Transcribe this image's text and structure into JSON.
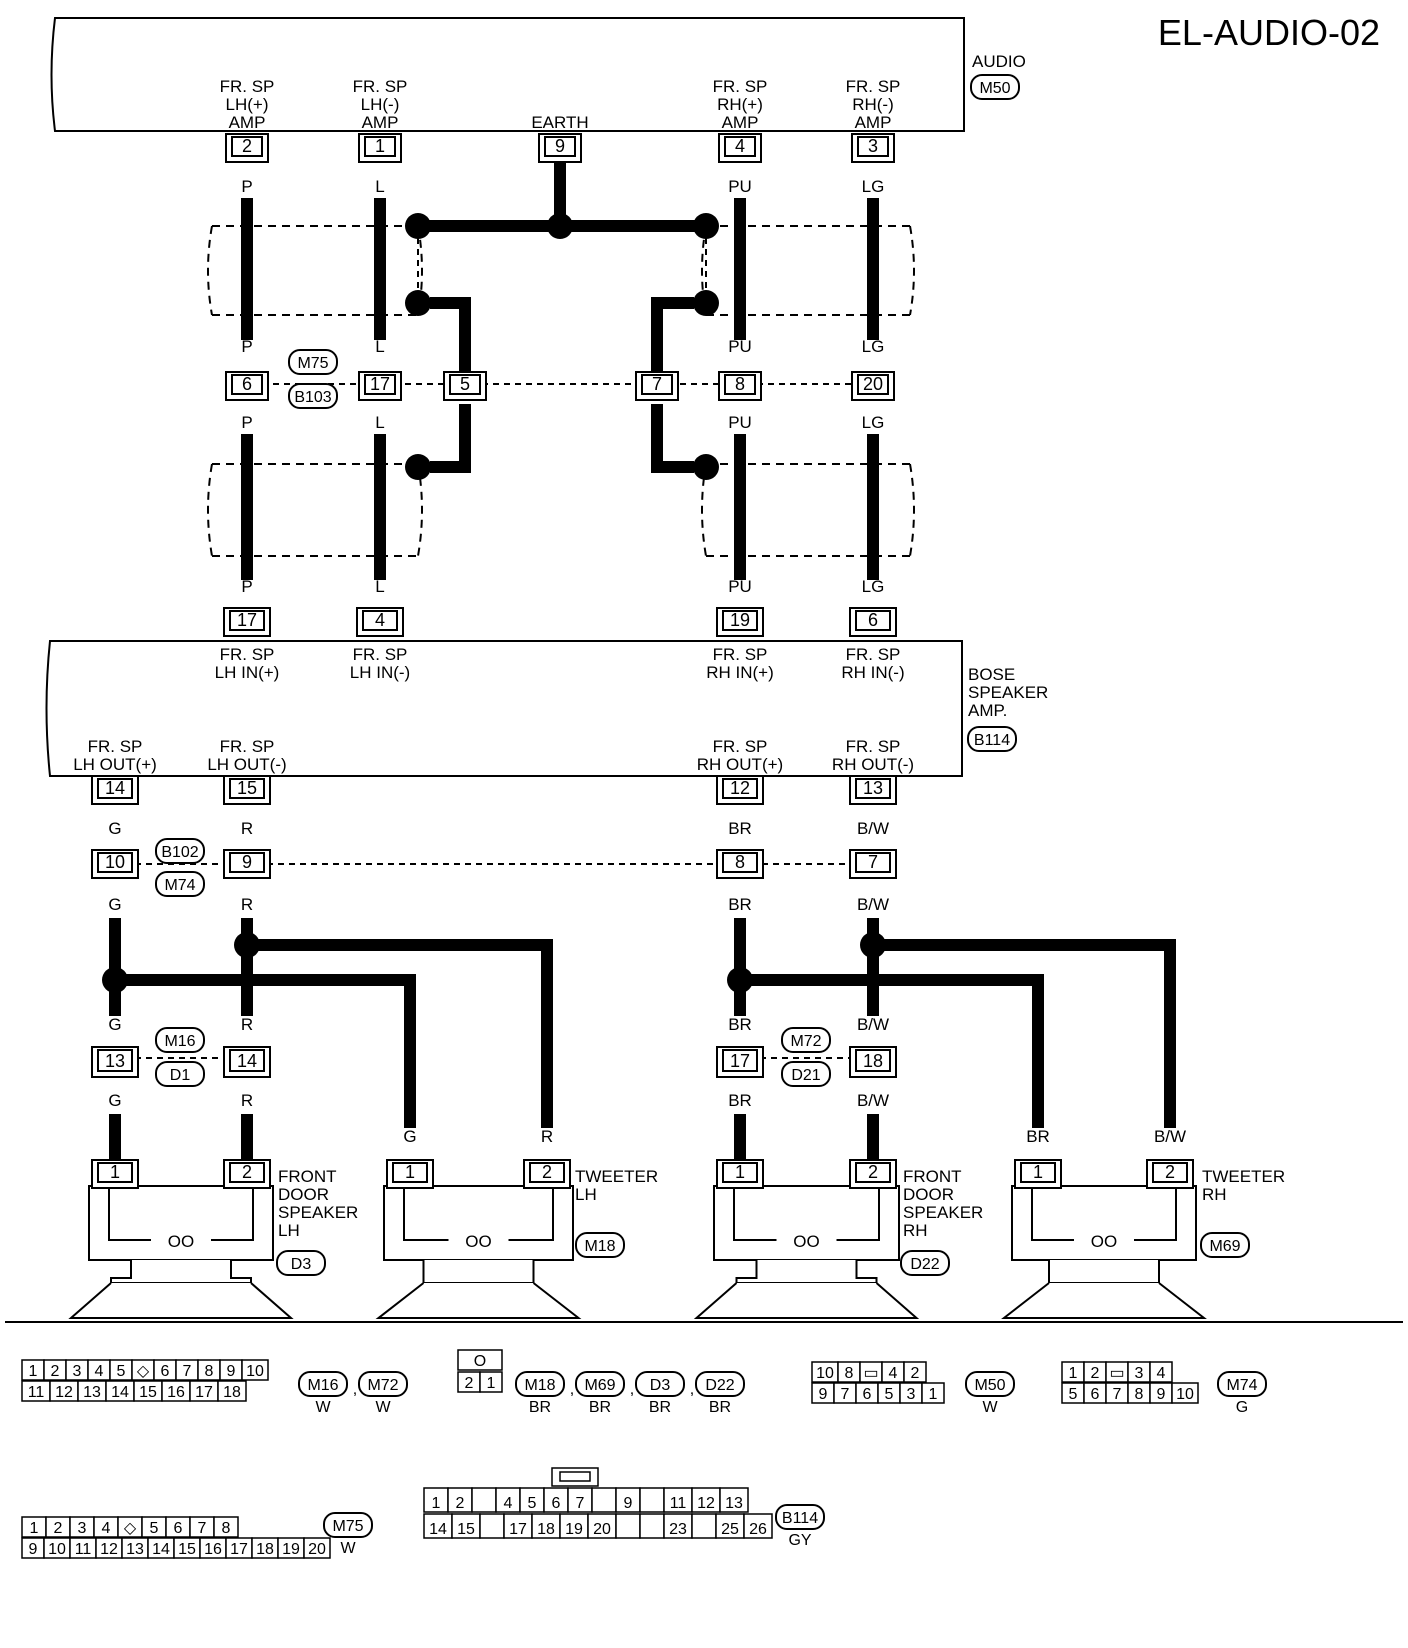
{
  "title": "EL-AUDIO-02",
  "audio": {
    "name": "AUDIO",
    "conn": "M50",
    "terms": [
      {
        "pin": "2",
        "lines": [
          "FR. SP",
          "LH(+)",
          "AMP"
        ],
        "wire": "P"
      },
      {
        "pin": "1",
        "lines": [
          "FR. SP",
          "LH(-)",
          "AMP"
        ],
        "wire": "L"
      },
      {
        "pin": "9",
        "lines": [
          "EARTH"
        ],
        "wire": ""
      },
      {
        "pin": "4",
        "lines": [
          "FR. SP",
          "RH(+)",
          "AMP"
        ],
        "wire": "PU"
      },
      {
        "pin": "3",
        "lines": [
          "FR. SP",
          "RH(-)",
          "AMP"
        ],
        "wire": "LG"
      }
    ]
  },
  "joint1": {
    "conn_top": "M75",
    "conn_bot": "B103",
    "pins": [
      "6",
      "17",
      "5",
      "7",
      "8",
      "20"
    ],
    "wires_above": [
      "P",
      "L",
      "PU",
      "LG"
    ],
    "wires_below": [
      "P",
      "L",
      "PU",
      "LG"
    ]
  },
  "amp": {
    "name_lines": [
      "BOSE",
      "SPEAKER",
      "AMP."
    ],
    "conn": "B114",
    "in_terms": [
      {
        "pin": "17",
        "lines": [
          "FR. SP",
          "LH IN(+)"
        ],
        "wire": "P"
      },
      {
        "pin": "4",
        "lines": [
          "FR. SP",
          "LH IN(-)"
        ],
        "wire": "L"
      },
      {
        "pin": "19",
        "lines": [
          "FR. SP",
          "RH IN(+)"
        ],
        "wire": "PU"
      },
      {
        "pin": "6",
        "lines": [
          "FR. SP",
          "RH IN(-)"
        ],
        "wire": "LG"
      }
    ],
    "out_terms": [
      {
        "pin": "14",
        "lines": [
          "FR. SP",
          "LH OUT(+)"
        ],
        "wire": "G"
      },
      {
        "pin": "15",
        "lines": [
          "FR. SP",
          "LH OUT(-)"
        ],
        "wire": "R"
      },
      {
        "pin": "12",
        "lines": [
          "FR. SP",
          "RH OUT(+)"
        ],
        "wire": "BR"
      },
      {
        "pin": "13",
        "lines": [
          "FR. SP",
          "RH OUT(-)"
        ],
        "wire": "B/W"
      }
    ]
  },
  "joint2": {
    "conn_top": "B102",
    "conn_bot": "M74",
    "pins": [
      "10",
      "9",
      "8",
      "7"
    ],
    "wires_below": [
      "G",
      "R",
      "BR",
      "B/W"
    ]
  },
  "joint3_left": {
    "conn_top": "M16",
    "conn_bot": "D1",
    "pins": [
      "13",
      "14"
    ],
    "wires_above": [
      "G",
      "R"
    ],
    "wires_below": [
      "G",
      "R"
    ]
  },
  "joint3_right": {
    "conn_top": "M72",
    "conn_bot": "D21",
    "pins": [
      "17",
      "18"
    ],
    "wires_above": [
      "BR",
      "B/W"
    ],
    "wires_below": [
      "BR",
      "B/W"
    ]
  },
  "speakers": [
    {
      "name_lines": [
        "FRONT",
        "DOOR",
        "SPEAKER",
        "LH"
      ],
      "conn": "D3",
      "pins": [
        "1",
        "2"
      ],
      "wires": [
        "",
        ""
      ]
    },
    {
      "name_lines": [
        "TWEETER",
        "LH"
      ],
      "conn": "M18",
      "pins": [
        "1",
        "2"
      ],
      "wires": [
        "G",
        "R"
      ]
    },
    {
      "name_lines": [
        "FRONT",
        "DOOR",
        "SPEAKER",
        "RH"
      ],
      "conn": "D22",
      "pins": [
        "1",
        "2"
      ],
      "wires": [
        "",
        ""
      ]
    },
    {
      "name_lines": [
        "TWEETER",
        "RH"
      ],
      "conn": "M69",
      "pins": [
        "1",
        "2"
      ],
      "wires": [
        "BR",
        "B/W"
      ]
    }
  ],
  "coil_symbol": "OO",
  "legend": {
    "m16": {
      "row1": [
        "1",
        "2",
        "3",
        "4",
        "5",
        "◇",
        "6",
        "7",
        "8",
        "9",
        "10"
      ],
      "row2": [
        "11",
        "12",
        "13",
        "14",
        "15",
        "16",
        "17",
        "18"
      ],
      "tags": [
        {
          "name": "M16",
          "color": "W"
        },
        {
          "name": "M72",
          "color": "W"
        }
      ]
    },
    "m18": {
      "top": "O",
      "row": [
        "2",
        "1"
      ],
      "tags": [
        {
          "name": "M18",
          "color": "BR"
        },
        {
          "name": "M69",
          "color": "BR"
        },
        {
          "name": "D3",
          "color": "BR"
        },
        {
          "name": "D22",
          "color": "BR"
        }
      ]
    },
    "m50": {
      "row1": [
        "10",
        "8",
        "▭",
        "4",
        "2"
      ],
      "row2": [
        "9",
        "7",
        "6",
        "5",
        "3",
        "1"
      ],
      "tags": [
        {
          "name": "M50",
          "color": "W"
        }
      ]
    },
    "m74": {
      "row1": [
        "1",
        "2",
        "▭",
        "3",
        "4"
      ],
      "row2": [
        "5",
        "6",
        "7",
        "8",
        "9",
        "10"
      ],
      "tags": [
        {
          "name": "M74",
          "color": "G"
        }
      ]
    },
    "m75": {
      "row1": [
        "1",
        "2",
        "3",
        "4",
        "◇",
        "5",
        "6",
        "7",
        "8"
      ],
      "row2": [
        "9",
        "10",
        "11",
        "12",
        "13",
        "14",
        "15",
        "16",
        "17",
        "18",
        "19",
        "20"
      ],
      "tags": [
        {
          "name": "M75",
          "color": "W"
        }
      ]
    },
    "b114": {
      "row1": [
        "1",
        "2",
        "",
        "4",
        "5",
        "6",
        "7",
        "",
        "9",
        "",
        "11",
        "12",
        "13"
      ],
      "row2": [
        "14",
        "15",
        "",
        "17",
        "18",
        "19",
        "20",
        "",
        "",
        "23",
        "",
        "25",
        "26"
      ],
      "tags": [
        {
          "name": "B114",
          "color": "GY"
        }
      ]
    }
  },
  "separators": [
    ","
  ]
}
